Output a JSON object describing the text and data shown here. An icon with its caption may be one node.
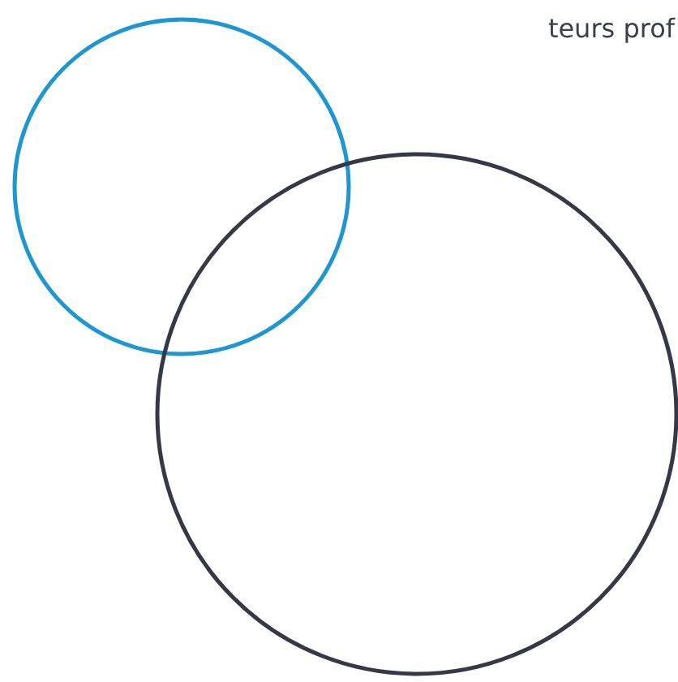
{
  "diagram": {
    "nodes": [
      {
        "text": [],
        "shape": "circle"
      },
      {
        "text": [],
        "shape": "circle"
      }
    ],
    "labels": [
      "teurs prof"
    ]
  }
}
